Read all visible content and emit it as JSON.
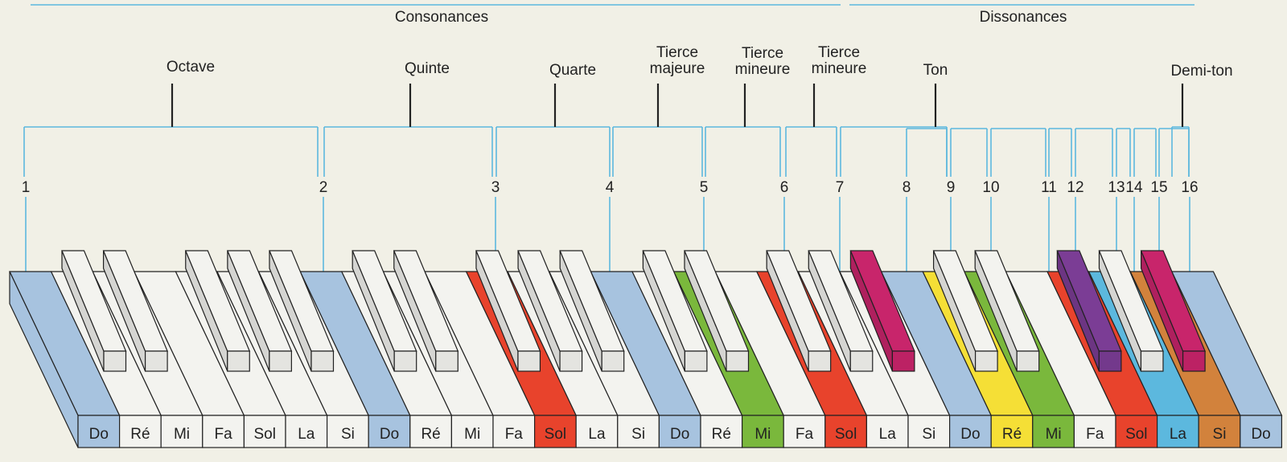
{
  "groups": {
    "consonances": "Consonances",
    "dissonances": "Dissonances"
  },
  "intervals": [
    {
      "key": "octave",
      "label": "Octave"
    },
    {
      "key": "quinte",
      "label": "Quinte"
    },
    {
      "key": "quarte",
      "label": "Quarte"
    },
    {
      "key": "tierce-majeure",
      "label": "Tierce\nmajeure"
    },
    {
      "key": "tierce-mineure-1",
      "label": "Tierce\nmineure"
    },
    {
      "key": "tierce-mineure-2",
      "label": "Tierce\nmineure"
    },
    {
      "key": "ton",
      "label": "Ton"
    },
    {
      "key": "demi-ton",
      "label": "Demi-ton"
    }
  ],
  "harmonics": [
    "1",
    "2",
    "3",
    "4",
    "5",
    "6",
    "7",
    "8",
    "9",
    "10",
    "11",
    "12",
    "13",
    "14",
    "15",
    "16"
  ],
  "white_keys": [
    {
      "note": "Do",
      "color": "#a7c3df"
    },
    {
      "note": "Ré",
      "color": "#f3f3ef"
    },
    {
      "note": "Mi",
      "color": "#f3f3ef"
    },
    {
      "note": "Fa",
      "color": "#f3f3ef"
    },
    {
      "note": "Sol",
      "color": "#f3f3ef"
    },
    {
      "note": "La",
      "color": "#f3f3ef"
    },
    {
      "note": "Si",
      "color": "#f3f3ef"
    },
    {
      "note": "Do",
      "color": "#a7c3df"
    },
    {
      "note": "Ré",
      "color": "#f3f3ef"
    },
    {
      "note": "Mi",
      "color": "#f3f3ef"
    },
    {
      "note": "Fa",
      "color": "#f3f3ef"
    },
    {
      "note": "Sol",
      "color": "#e8432c"
    },
    {
      "note": "La",
      "color": "#f3f3ef"
    },
    {
      "note": "Si",
      "color": "#f3f3ef"
    },
    {
      "note": "Do",
      "color": "#a7c3df"
    },
    {
      "note": "Ré",
      "color": "#f3f3ef"
    },
    {
      "note": "Mi",
      "color": "#7ab83c"
    },
    {
      "note": "Fa",
      "color": "#f3f3ef"
    },
    {
      "note": "Sol",
      "color": "#e8432c"
    },
    {
      "note": "La",
      "color": "#f3f3ef"
    },
    {
      "note": "Si",
      "color": "#f3f3ef"
    },
    {
      "note": "Do",
      "color": "#a7c3df"
    },
    {
      "note": "Ré",
      "color": "#f5df36"
    },
    {
      "note": "Mi",
      "color": "#7ab83c"
    },
    {
      "note": "Fa",
      "color": "#f3f3ef"
    },
    {
      "note": "Sol",
      "color": "#e8432c"
    },
    {
      "note": "La",
      "color": "#5cb8de"
    },
    {
      "note": "Si",
      "color": "#d2823c"
    },
    {
      "note": "Do",
      "color": "#a7c3df"
    }
  ],
  "black_keys": [
    {
      "color": "#f3f3ef"
    },
    {
      "color": "#f3f3ef"
    },
    {
      "color": "#f3f3ef"
    },
    {
      "color": "#f3f3ef"
    },
    {
      "color": "#f3f3ef"
    },
    {
      "color": "#f3f3ef"
    },
    {
      "color": "#f3f3ef"
    },
    {
      "color": "#f3f3ef"
    },
    {
      "color": "#f3f3ef"
    },
    {
      "color": "#f3f3ef"
    },
    {
      "color": "#f3f3ef"
    },
    {
      "color": "#f3f3ef"
    },
    {
      "color": "#f3f3ef"
    },
    {
      "color": "#f3f3ef"
    },
    {
      "color": "#c8256b"
    },
    {
      "color": "#f3f3ef"
    },
    {
      "color": "#f3f3ef"
    },
    {
      "color": "#7b3d95"
    },
    {
      "color": "#f3f3ef"
    },
    {
      "color": "#c8256b"
    }
  ],
  "colors": {
    "bracket": "#5cb8de",
    "outline": "#222222",
    "background": "#f1f0e6"
  }
}
